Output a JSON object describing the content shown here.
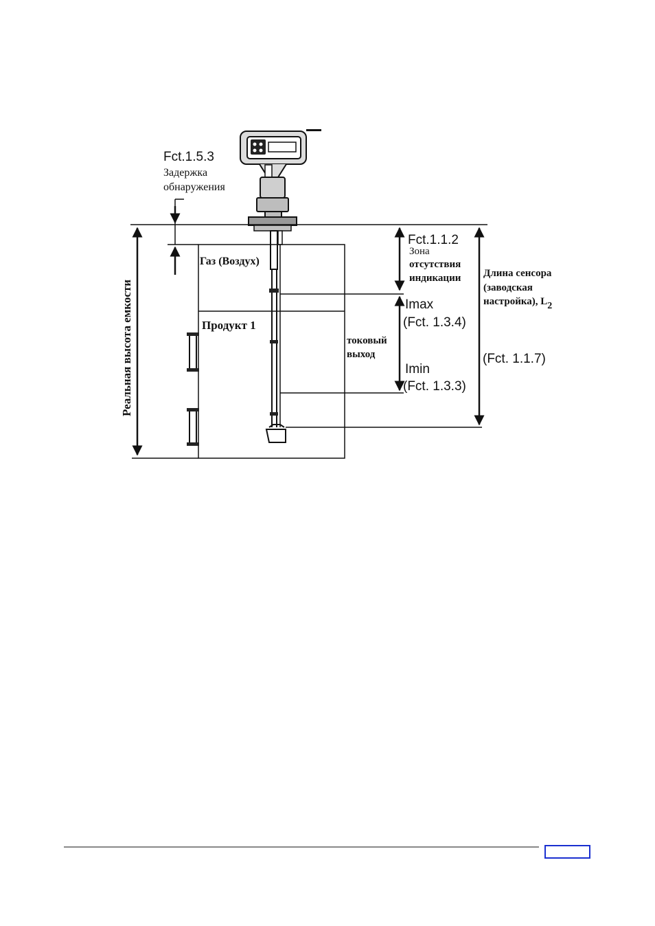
{
  "diagram": {
    "fct_153": "Fct.1.5.3",
    "detect_delay_1": "Задержка",
    "detect_delay_2": "обнаружения",
    "gas_label": "Газ (Воздух)",
    "product_label": "Продукт 1",
    "fct_112": "Fct.1.1.2",
    "zone_1": "Зона",
    "zone_2": "отсутствия",
    "zone_3": "индикации",
    "imax": "Imax",
    "fct_134": "(Fct. 1.3.4)",
    "current_1": "токовый",
    "current_2": "выход",
    "imin": "Imin",
    "fct_133": "(Fct. 1.3.3)",
    "sensor_len_1": "Длина сенсора",
    "sensor_len_2": "(заводская",
    "sensor_len_3": "настройка), L",
    "sensor_len_sub": "2",
    "fct_117": "(Fct. 1.1.7)",
    "tank_height": "Реальная высота емкости"
  },
  "colors": {
    "ink": "#111111",
    "footer_line": "#888888",
    "page_box": "#1a2fd0"
  }
}
